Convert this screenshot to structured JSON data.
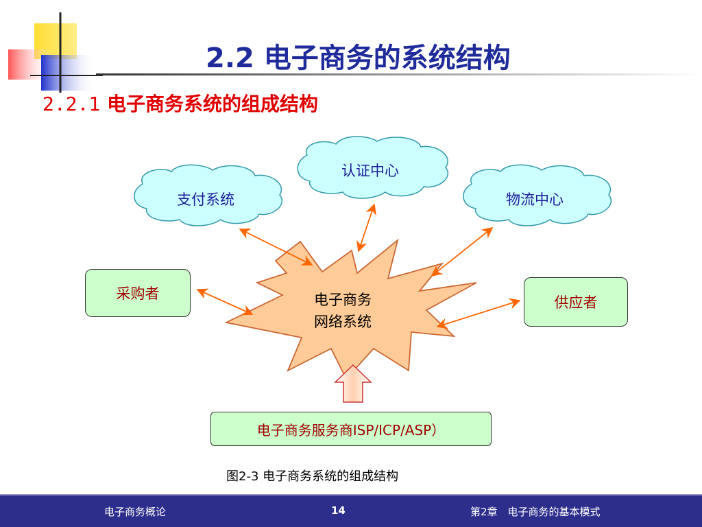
{
  "slide": {
    "title": "2.2  电子商务的系统结构",
    "subtitle_num": "2.2.1",
    "subtitle_text": " 电子商务系统的组成结构"
  },
  "diagram": {
    "cloud_auth": "认证中心",
    "cloud_payment": "支付系统",
    "cloud_logistics": "物流中心",
    "buyer": "采购者",
    "supplier": "供应者",
    "center_line1": "电子商务",
    "center_line2": "网络系统",
    "provider": "电子商务服务商ISP/ICP/ASP）",
    "caption": "图2-3 电子商务系统的组成结构"
  },
  "footer": {
    "left": "电子商务概论",
    "page": "14",
    "right": "第2章　电子商务的基本模式"
  },
  "colors": {
    "title": "#1f2a9b",
    "subtitle": "#e00000",
    "cloud_fill": "#ccffff",
    "box_fill": "#ccffcc",
    "star_fill": "#ffcc99",
    "arrow": "#ff6600",
    "footer_bg": "#2d2d8c"
  }
}
